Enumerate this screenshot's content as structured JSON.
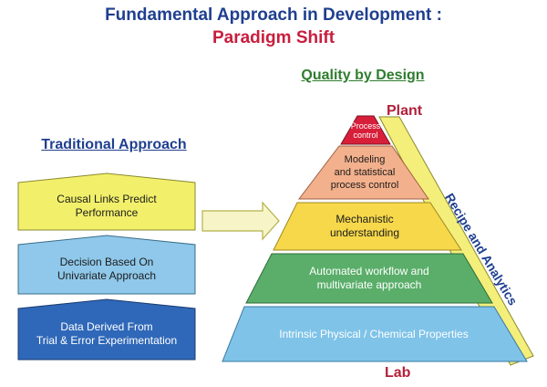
{
  "title": {
    "line1": "Fundamental Approach in Development :",
    "line2": "Paradigm Shift"
  },
  "traditional": {
    "heading": "Traditional Approach",
    "blocks": [
      {
        "text": "Causal Links Predict\nPerformance",
        "color": "#f2f06a"
      },
      {
        "text": "Decision Based On\nUnivariate Approach",
        "color": "#8fc8ea"
      },
      {
        "text": "Data Derived From\nTrial & Error Experimentation",
        "color": "#2f68b8"
      }
    ]
  },
  "qbd": {
    "heading": "Quality by Design",
    "top_label": "Plant",
    "bottom_label": "Lab",
    "side_label": "Recipe and Analytics",
    "levels": [
      {
        "text": "Process\ncontrol",
        "color": "#d81f3a"
      },
      {
        "text": "Modeling\nand statistical\nprocess control",
        "color": "#f3b08c"
      },
      {
        "text": "Mechanistic\nunderstanding",
        "color": "#f6d84a"
      },
      {
        "text": "Automated workflow and\nmultivariate approach",
        "color": "#5aae6a"
      },
      {
        "text": "Intrinsic Physical / Chemical Properties",
        "color": "#7fc3e8"
      }
    ]
  },
  "colors": {
    "title_blue": "#1f3f8f",
    "title_red": "#c81e3e",
    "qbd_green": "#2e7d2e",
    "side_band": "#f3ef7a",
    "arrow_fill": "#f7f5c8"
  }
}
